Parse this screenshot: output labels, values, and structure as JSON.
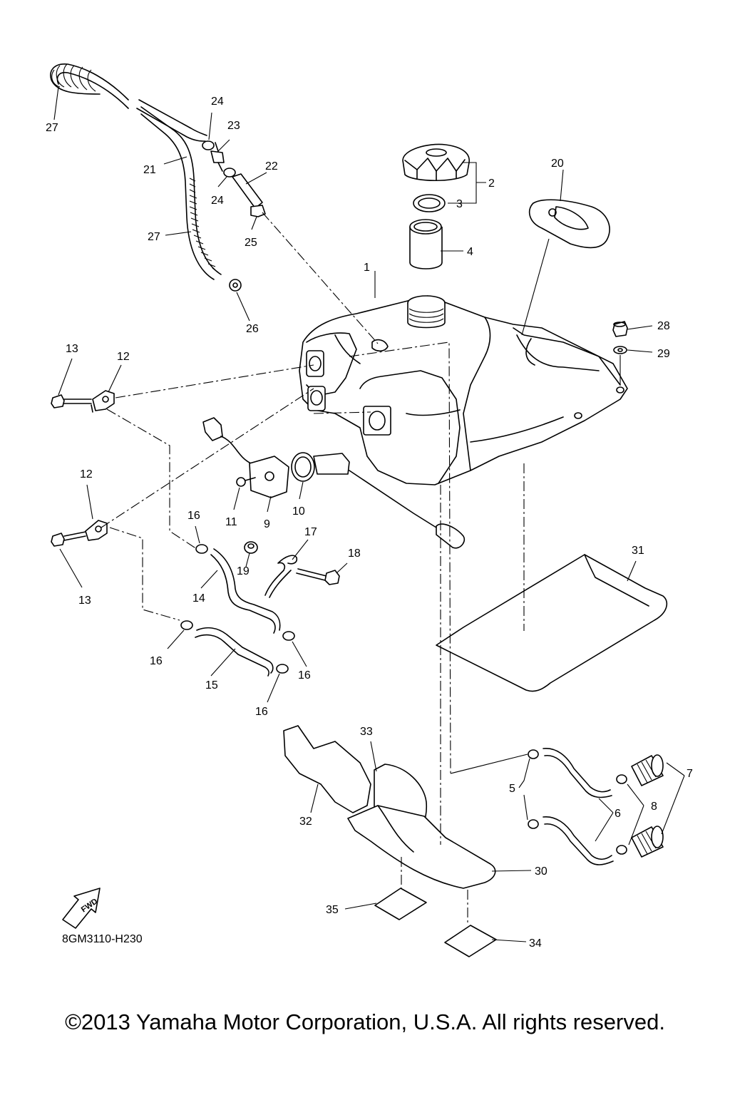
{
  "diagram": {
    "drawing_code": "8GM3110-H230",
    "copyright": "©2013 Yamaha Motor Corporation, U.S.A. All rights reserved.",
    "fwd_label": "FWD",
    "callouts": {
      "c1": "1",
      "c2": "2",
      "c3": "3",
      "c4": "4",
      "c5": "5",
      "c6": "6",
      "c7": "7",
      "c8": "8",
      "c9": "9",
      "c10": "10",
      "c11": "11",
      "c12a": "12",
      "c12b": "12",
      "c13a": "13",
      "c13b": "13",
      "c14": "14",
      "c15": "15",
      "c16a": "16",
      "c16b": "16",
      "c16c": "16",
      "c16d": "16",
      "c17": "17",
      "c18": "18",
      "c19": "19",
      "c20": "20",
      "c21": "21",
      "c22": "22",
      "c23": "23",
      "c24a": "24",
      "c24b": "24",
      "c25": "25",
      "c26": "26",
      "c27a": "27",
      "c27b": "27",
      "c28": "28",
      "c29": "29",
      "c30": "30",
      "c31": "31",
      "c32": "32",
      "c33": "33",
      "c34": "34",
      "c35": "35"
    }
  }
}
